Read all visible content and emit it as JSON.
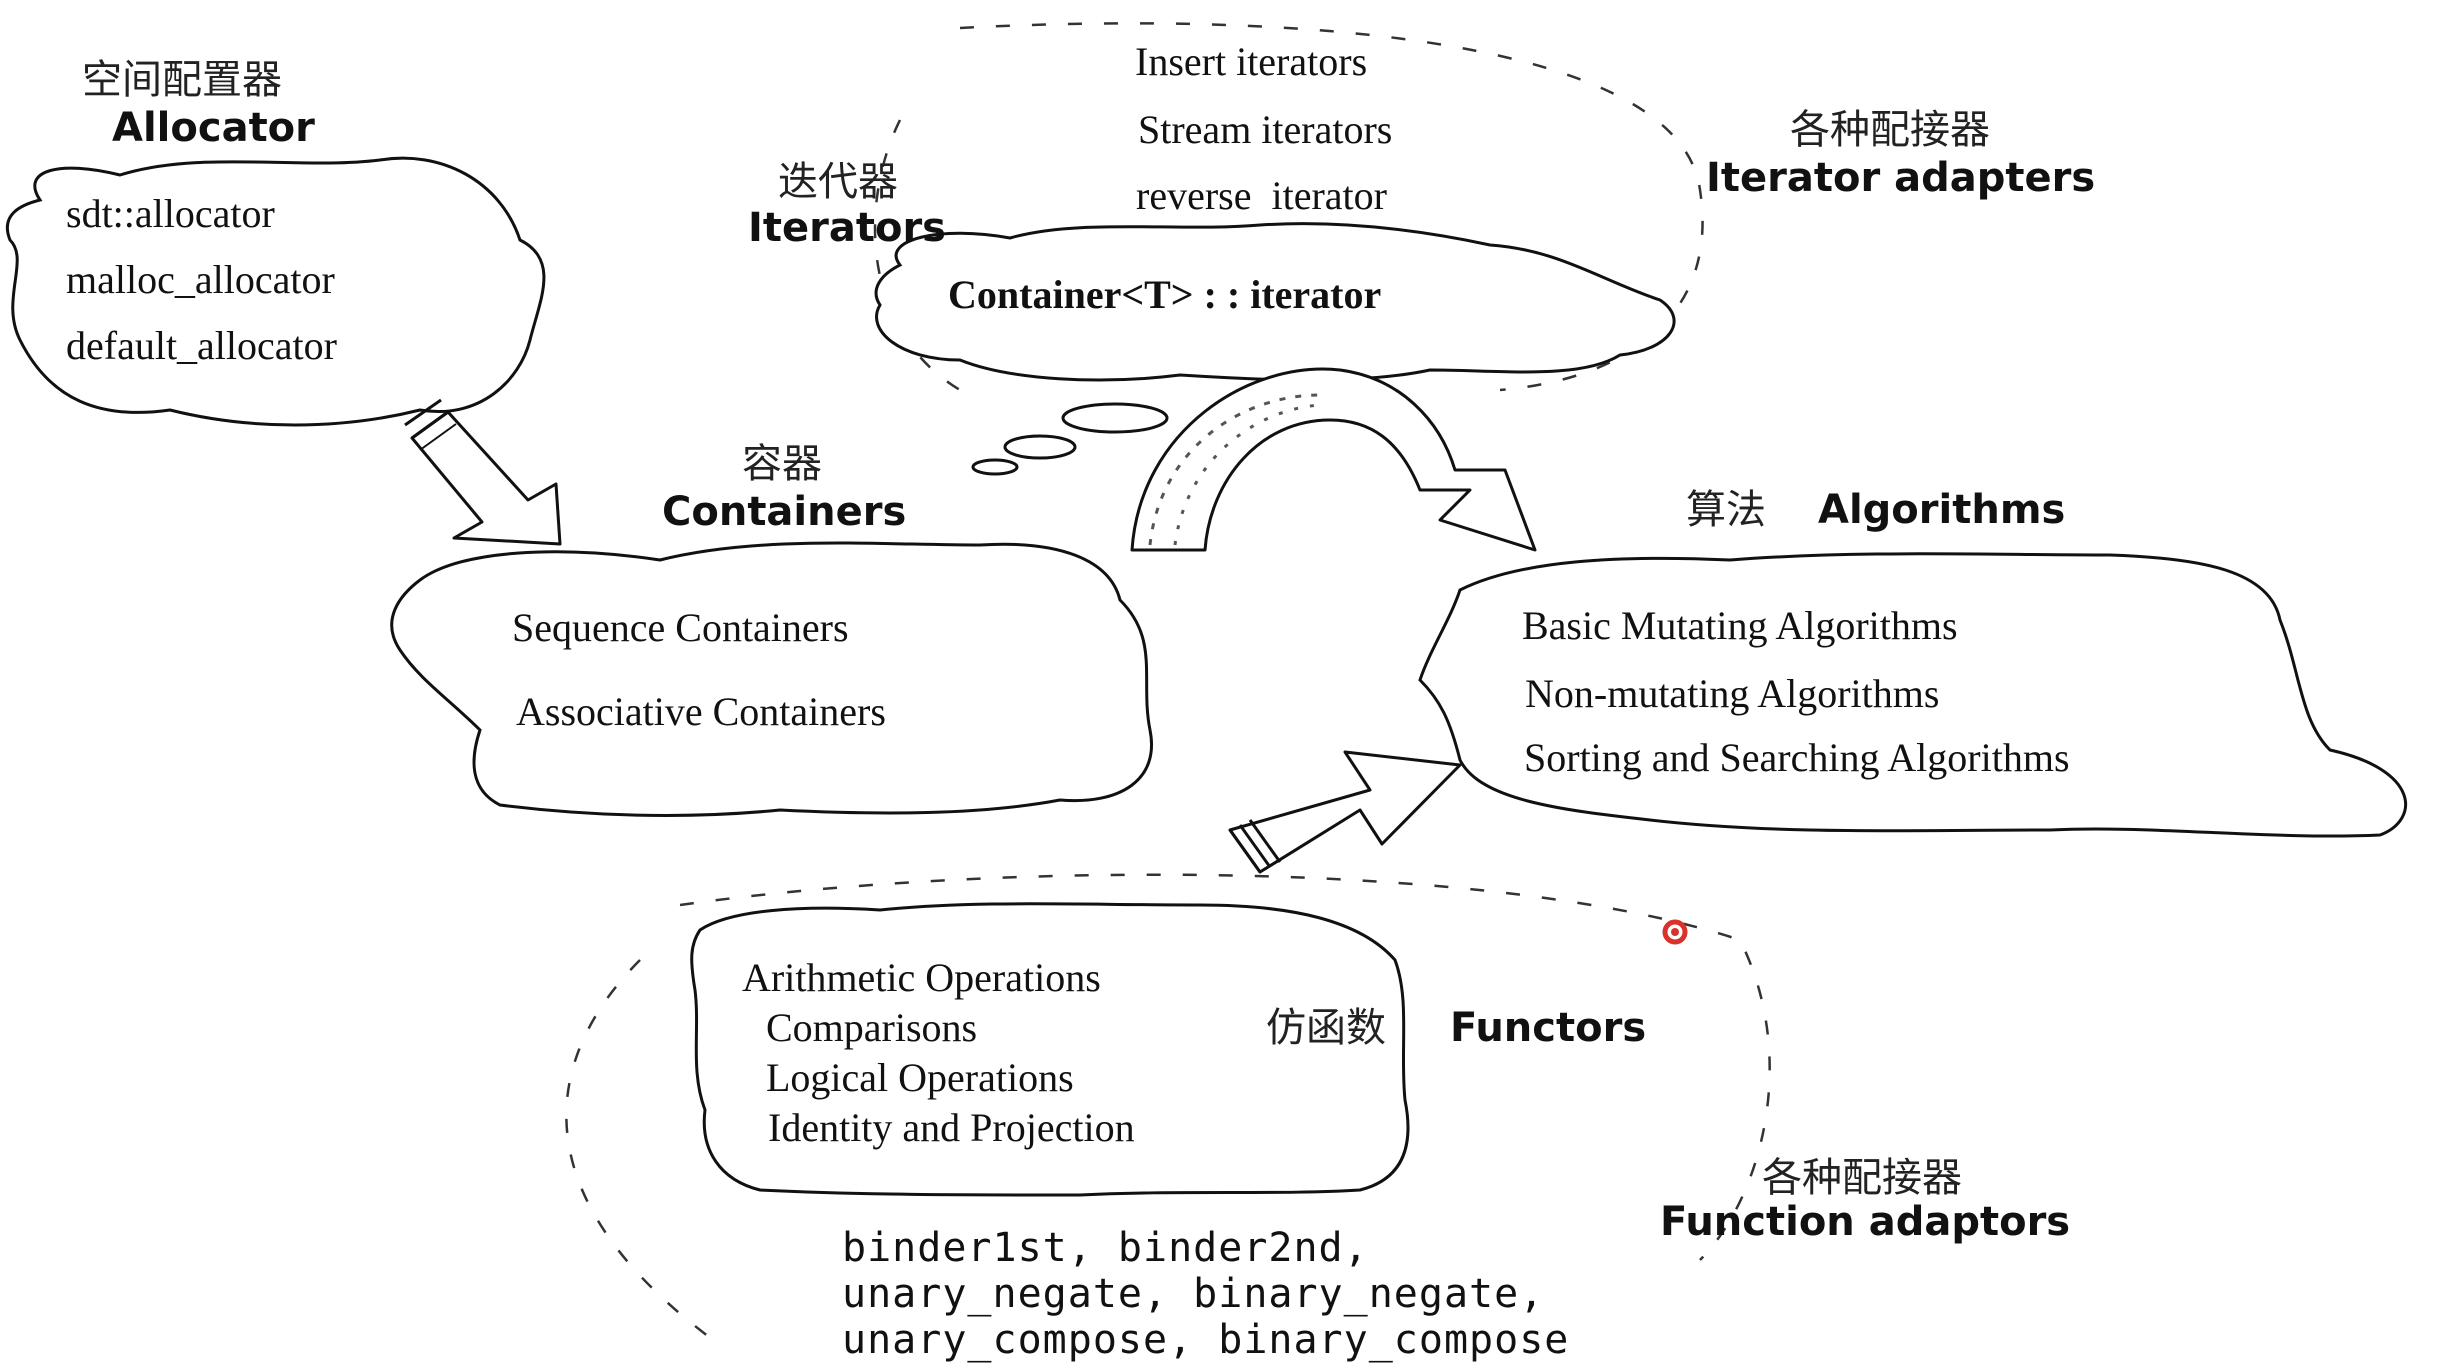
{
  "allocator": {
    "title_zh": "空间配置器",
    "title_en": "Allocator",
    "items": [
      "sdt::allocator",
      "malloc_allocator",
      "default_allocator"
    ]
  },
  "iterators": {
    "title_zh": "迭代器",
    "title_en": "Iterators",
    "cloud_label": "Container<T> : : iterator"
  },
  "iterator_adapters": {
    "items": [
      "Insert iterators",
      "Stream iterators",
      "reverse  iterator"
    ],
    "title_zh": "各种配接器",
    "title_en": "Iterator adapters"
  },
  "containers": {
    "title_zh": "容器",
    "title_en": "Containers",
    "items": [
      "Sequence Containers",
      "Associative Containers"
    ]
  },
  "algorithms": {
    "title_zh": "算法",
    "title_en": "Algorithms",
    "items": [
      "Basic Mutating Algorithms",
      "Non-mutating Algorithms",
      "Sorting and Searching Algorithms"
    ]
  },
  "functors": {
    "title_zh": "仿函数",
    "title_en": "Functors",
    "items": [
      "Arithmetic Operations",
      "Comparisons",
      "Logical Operations",
      "Identity and Projection"
    ]
  },
  "function_adaptors": {
    "title_zh": "各种配接器",
    "title_en": "Function adaptors",
    "code": [
      "binder1st, binder2nd,",
      "unary_negate, binary_negate,",
      "unary_compose, binary_compose"
    ]
  },
  "colors": {
    "cursor_dot": "#d9312b"
  }
}
